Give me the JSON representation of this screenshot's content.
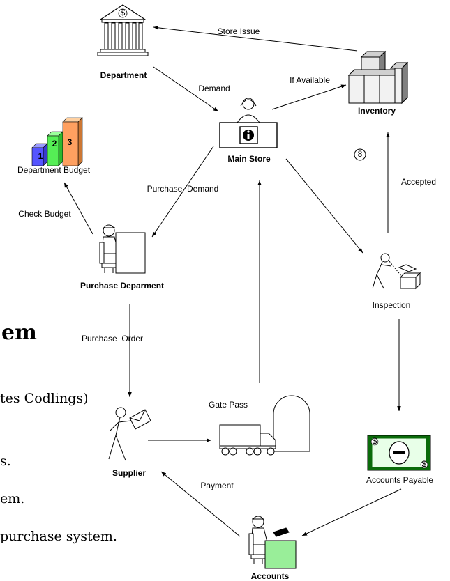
{
  "nodes": {
    "department": "Department",
    "inventory": "Inventory",
    "main_store": "Main Store",
    "department_budget": "Department Budget",
    "purchase_department": "Purchase Deparment",
    "inspection": "Inspection",
    "supplier": "Supplier",
    "accounts_payable": "Accounts Payable",
    "accounts": "Accounts"
  },
  "edges": {
    "store_issue": "Store Issue",
    "demand": "Demand",
    "if_available": "If Available",
    "purchase_demand": "Purchase  Demand",
    "check_budget": "Check Budget",
    "accepted": "Accepted",
    "purchase_order": "Purchase  Order",
    "gate_pass": "Gate Pass",
    "payment": "Payment"
  },
  "badges": {
    "step": "8",
    "bank_symbol": "$",
    "bill_corner": "$",
    "budget_bars": [
      "1",
      "2",
      "3"
    ]
  },
  "background_text": {
    "heading_fragment": "em",
    "line1": "tes Codlings)",
    "line2": "s.",
    "line3": "em.",
    "line4": " purchase system."
  }
}
